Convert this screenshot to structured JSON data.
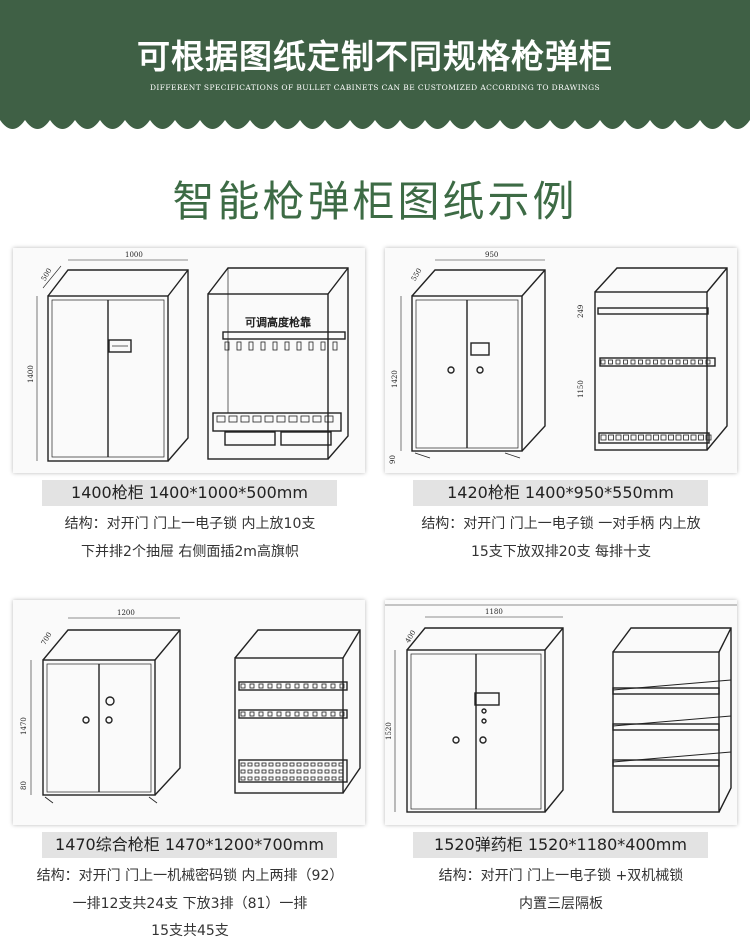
{
  "header": {
    "title": "可根据图纸定制不同规格枪弹柜",
    "subtitle": "DIFFERENT SPECIFICATIONS OF BULLET CABINETS CAN BE CUSTOMIZED ACCORDING TO DRAWINGS",
    "bg_color": "#3f6045"
  },
  "section": {
    "title": "智能枪弹柜图纸示例",
    "color": "#3d6b45"
  },
  "products": [
    {
      "model": "1400枪柜 1400*1000*500mm",
      "desc": [
        "结构：对开门 门上一电子锁 内上放10支",
        "下并排2个抽屉 右侧面插2m高旗帜"
      ],
      "dims": {
        "width": "1000",
        "depth": "500",
        "height": "1400"
      },
      "interior_note": "可调高度枪靠"
    },
    {
      "model": "1420枪柜 1400*950*550mm",
      "desc": [
        "结构：对开门 门上一电子锁 一对手柄 内上放",
        "15支下放双排20支 每排十支"
      ],
      "dims": {
        "width": "950",
        "depth": "550",
        "height": "1420",
        "upper": "249",
        "middle": "1150",
        "base": "90"
      }
    },
    {
      "model": "1470综合枪柜 1470*1200*700mm",
      "desc": [
        "结构：对开门 门上一机械密码锁 内上两排（92）",
        "一排12支共24支 下放3排（81）一排",
        "15支共45支"
      ],
      "dims": {
        "width": "1200",
        "depth": "700",
        "height": "1470",
        "base": "80"
      }
    },
    {
      "model": "1520弹药柜 1520*1180*400mm",
      "desc": [
        "结构：对开门 门上一电子锁 +双机械锁",
        "内置三层隔板"
      ],
      "dims": {
        "width": "1180",
        "depth": "400",
        "height": "1520"
      }
    }
  ]
}
